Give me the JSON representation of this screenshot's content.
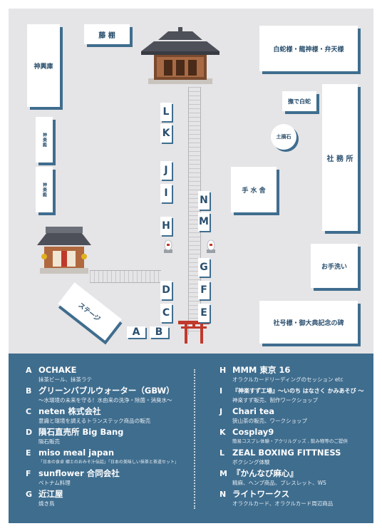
{
  "map": {
    "buildings": {
      "fujidana": "藤 棚",
      "mikoshiko": "神輿庫",
      "hakuja": "白蛇様・龍神様・弁天様",
      "nadeshiro": "撫で白蛇",
      "tsuchimochi": "土摘石",
      "shamusho": "社 務 所",
      "temizusha": "手 水 舎",
      "otearai": "お手洗い",
      "kinenhi": "社号標・御大典記念の碑",
      "stage": "ステージ",
      "small_left_1": "神楽殿",
      "small_left_2": "神楽殿"
    },
    "booths": {
      "A": "A",
      "B": "B",
      "C": "C",
      "D": "D",
      "E": "E",
      "F": "F",
      "G": "G",
      "H": "H",
      "I": "I",
      "J": "J",
      "K": "K",
      "L": "L",
      "M": "M",
      "N": "N"
    }
  },
  "legend": {
    "left": [
      {
        "letter": "A",
        "name": "OCHAKE",
        "desc": "抹茶ビール、抹茶ラテ"
      },
      {
        "letter": "B",
        "name": "グリーンバブルウォーター（GBW）",
        "desc": "〜水環境の未来を守る！水由来の洗浄・除菌・消臭水〜"
      },
      {
        "letter": "C",
        "name": "neten 株式会社",
        "desc": "意識と環境を調えるトランステック商品の販売"
      },
      {
        "letter": "D",
        "name": "隕石直売所 Big Bang",
        "desc": "隕石販売"
      },
      {
        "letter": "E",
        "name": "miso meal japan",
        "desc": "「日本の食卓 郷土のおみそ汁伝話」「日本の美味しい抹茶と茶道セット」"
      },
      {
        "letter": "F",
        "name": "sunflower 合同会社",
        "desc": "ベトナム料理"
      },
      {
        "letter": "G",
        "name": "近江屋",
        "desc": "焼き鳥"
      }
    ],
    "right": [
      {
        "letter": "H",
        "name": "MMM 東京 16",
        "desc": "オラクルカードリーディングのセッション etc"
      },
      {
        "letter": "I",
        "name": "『神楽すず工場』〜いのち はなさく かみあそび 〜",
        "desc": "神楽すず販売、制作ワークショップ"
      },
      {
        "letter": "J",
        "name": "Chari tea",
        "desc": "狭山茶の販売、ワークショップ"
      },
      {
        "letter": "K",
        "name": "Cosplay9",
        "desc": "簡易コスプレ体験・アクリルグッズ , 飲み物等のご提供"
      },
      {
        "letter": "L",
        "name": "ZEAL BOXING FITTNESS",
        "desc": "ボクシング体験"
      },
      {
        "letter": "M",
        "name": "『かんなび麻心』",
        "desc": "精麻、ヘンプ商品、ブレスレット、WS"
      },
      {
        "letter": "N",
        "name": "ライトワークス",
        "desc": "オラクルカード、オラクルカード周辺商品"
      }
    ]
  },
  "colors": {
    "accent": "#3f6d8e",
    "ground": "#e5e4e6",
    "torii": "#c0392b"
  }
}
